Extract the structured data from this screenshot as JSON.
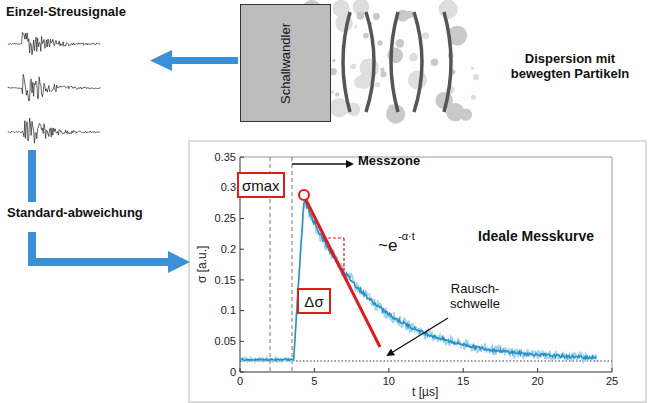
{
  "diagram": {
    "nodes": [
      {
        "text": [
          "Schallwandler"
        ]
      },
      {
        "text": [
          "σmax"
        ]
      },
      {
        "text": [
          "Δσ"
        ]
      }
    ],
    "labels": [
      "Einzel-Streusignale",
      "Dispersion mit bewegten Partikeln",
      "Standard-abweichung",
      "Messzone",
      "~e",
      "-α·t",
      "Ideale Messkurve",
      "Rausch- schwelle",
      "σ [a.u.]",
      "t [µs]",
      "0",
      "0.05",
      "0.1",
      "0.15",
      "0.2",
      "0.25",
      "0.3",
      "0.35",
      "0",
      "5",
      "10",
      "15",
      "20",
      "25"
    ]
  }
}
